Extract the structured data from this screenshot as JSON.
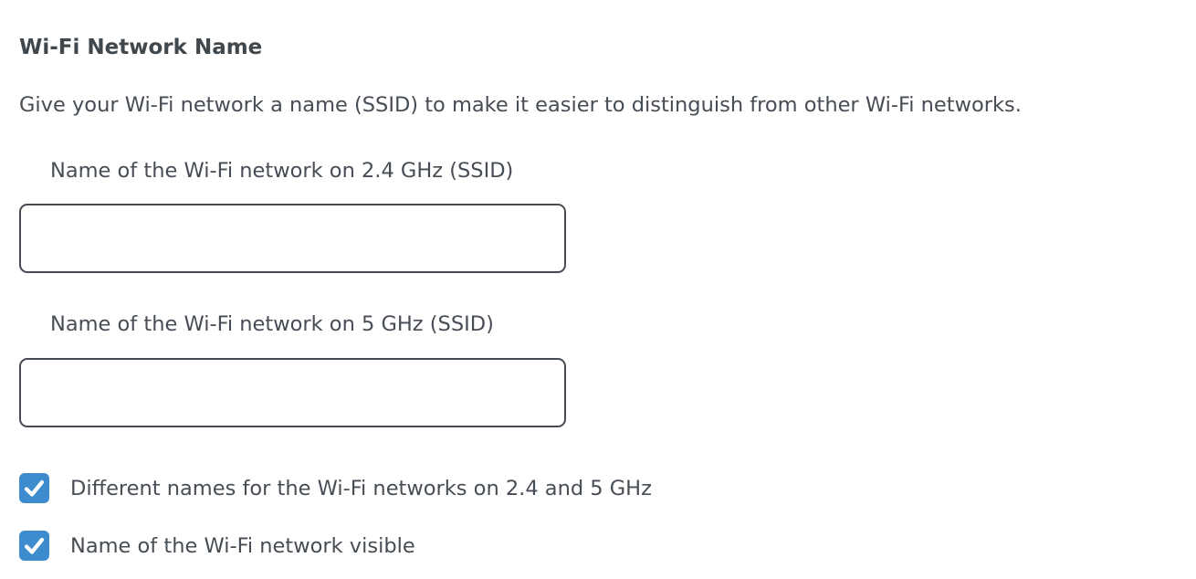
{
  "section": {
    "title": "Wi-Fi Network Name",
    "description": "Give your Wi-Fi network a name (SSID) to make it easier to distinguish from other Wi-Fi networks."
  },
  "fields": [
    {
      "label": "Name of the Wi-Fi network on 2.4 GHz (SSID)",
      "value": ""
    },
    {
      "label": "Name of the Wi-Fi network on 5 GHz (SSID)",
      "value": ""
    }
  ],
  "checkboxes": [
    {
      "label": "Different names for the Wi-Fi networks on 2.4 and 5 GHz",
      "checked": true
    },
    {
      "label": "Name of the Wi-Fi network visible",
      "checked": true
    }
  ],
  "colors": {
    "text": "#474d54",
    "heading": "#40474d",
    "checkbox_fill": "#3d8dce",
    "checkmark": "#ffffff",
    "input_border": "#454b52"
  },
  "icons": {
    "checkbox_checked": "check-icon"
  }
}
